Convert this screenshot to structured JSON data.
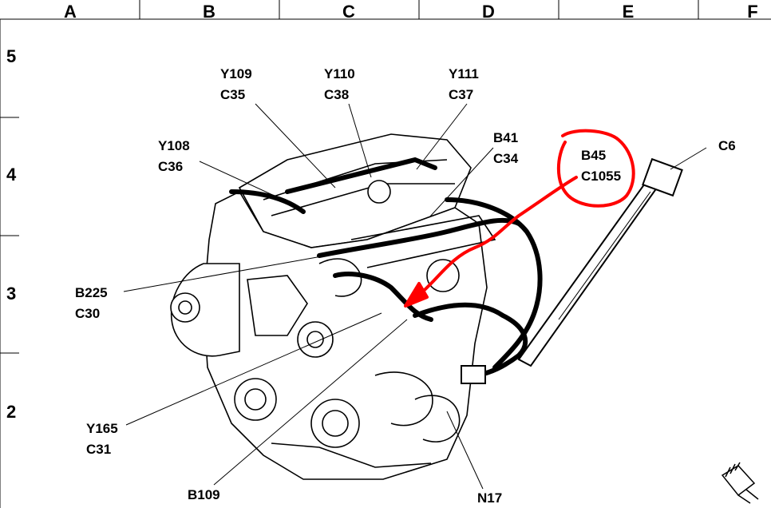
{
  "columns": [
    "A",
    "B",
    "C",
    "D",
    "E",
    "F"
  ],
  "rows": [
    "5",
    "4",
    "3",
    "2"
  ],
  "callouts": {
    "y109": {
      "line1": "Y109",
      "line2": "C35"
    },
    "y110": {
      "line1": "Y110",
      "line2": "C38"
    },
    "y111": {
      "line1": "Y111",
      "line2": "C37"
    },
    "y108": {
      "line1": "Y108",
      "line2": "C36"
    },
    "b41": {
      "line1": "B41",
      "line2": "C34"
    },
    "b45": {
      "line1": "B45",
      "line2": "C1055"
    },
    "c6": {
      "line1": "C6"
    },
    "b225": {
      "line1": "B225",
      "line2": "C30"
    },
    "y165": {
      "line1": "Y165",
      "line2": "C31"
    },
    "b109": {
      "line1": "B109"
    },
    "n17": {
      "line1": "N17"
    }
  },
  "colors": {
    "ink": "#000000",
    "highlight": "#ff0000",
    "engine_fill": "#ffffff"
  },
  "icons": [
    "connector-plug-icon"
  ]
}
